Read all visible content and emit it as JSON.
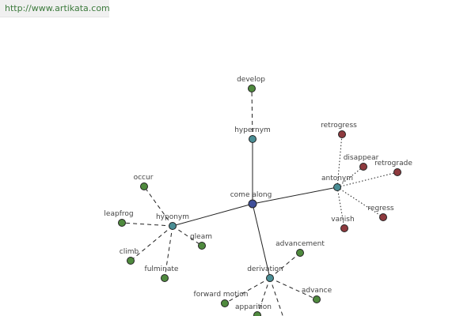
{
  "source_link": {
    "text": "http://www.artikata.com"
  },
  "colors": {
    "center": "#3f4f9a",
    "relation": "#4a8e95",
    "positive": "#4f8a3e",
    "antonym": "#8e3a3e",
    "edge": "#222222"
  },
  "graph": {
    "nodes": [
      {
        "id": "come-along",
        "label": "come along",
        "kind": "center"
      },
      {
        "id": "hypernym",
        "label": "hypernym",
        "kind": "relation"
      },
      {
        "id": "antonym",
        "label": "antonym",
        "kind": "relation"
      },
      {
        "id": "hyponym",
        "label": "hyponym",
        "kind": "relation"
      },
      {
        "id": "derivation",
        "label": "derivation",
        "kind": "relation"
      },
      {
        "id": "develop",
        "label": "develop",
        "kind": "positive"
      },
      {
        "id": "retrogress",
        "label": "retrogress",
        "kind": "antonym"
      },
      {
        "id": "disappear",
        "label": "disappear",
        "kind": "antonym"
      },
      {
        "id": "retrograde",
        "label": "retrograde",
        "kind": "antonym"
      },
      {
        "id": "regress",
        "label": "regress",
        "kind": "antonym"
      },
      {
        "id": "vanish",
        "label": "vanish",
        "kind": "antonym"
      },
      {
        "id": "occur",
        "label": "occur",
        "kind": "positive"
      },
      {
        "id": "leapfrog",
        "label": "leapfrog",
        "kind": "positive"
      },
      {
        "id": "climb",
        "label": "climb",
        "kind": "positive"
      },
      {
        "id": "fulminate",
        "label": "fulminate",
        "kind": "positive"
      },
      {
        "id": "gleam",
        "label": "gleam",
        "kind": "positive"
      },
      {
        "id": "advancement",
        "label": "advancement",
        "kind": "positive"
      },
      {
        "id": "advance",
        "label": "advance",
        "kind": "positive"
      },
      {
        "id": "forward-motion",
        "label": "forward motion",
        "kind": "positive"
      },
      {
        "id": "apparition",
        "label": "apparition",
        "kind": "positive"
      },
      {
        "id": "offscreen-node",
        "label": "",
        "kind": "positive"
      }
    ],
    "edges": [
      {
        "from": "come-along",
        "to": "hypernym",
        "style": "solid"
      },
      {
        "from": "come-along",
        "to": "antonym",
        "style": "solid"
      },
      {
        "from": "come-along",
        "to": "hyponym",
        "style": "solid"
      },
      {
        "from": "come-along",
        "to": "derivation",
        "style": "solid"
      },
      {
        "from": "hypernym",
        "to": "develop",
        "style": "dashed"
      },
      {
        "from": "antonym",
        "to": "retrogress",
        "style": "dotted"
      },
      {
        "from": "antonym",
        "to": "disappear",
        "style": "dotted"
      },
      {
        "from": "antonym",
        "to": "retrograde",
        "style": "dotted"
      },
      {
        "from": "antonym",
        "to": "regress",
        "style": "dotted"
      },
      {
        "from": "antonym",
        "to": "vanish",
        "style": "dotted"
      },
      {
        "from": "hyponym",
        "to": "occur",
        "style": "dashed"
      },
      {
        "from": "hyponym",
        "to": "leapfrog",
        "style": "dashed"
      },
      {
        "from": "hyponym",
        "to": "climb",
        "style": "dashed"
      },
      {
        "from": "hyponym",
        "to": "fulminate",
        "style": "dashed"
      },
      {
        "from": "hyponym",
        "to": "gleam",
        "style": "dashed"
      },
      {
        "from": "derivation",
        "to": "advancement",
        "style": "dashed"
      },
      {
        "from": "derivation",
        "to": "advance",
        "style": "dashed"
      },
      {
        "from": "derivation",
        "to": "forward-motion",
        "style": "dashed"
      },
      {
        "from": "derivation",
        "to": "apparition",
        "style": "dashed"
      },
      {
        "from": "derivation",
        "to": "offscreen-node",
        "style": "dashed"
      }
    ]
  }
}
